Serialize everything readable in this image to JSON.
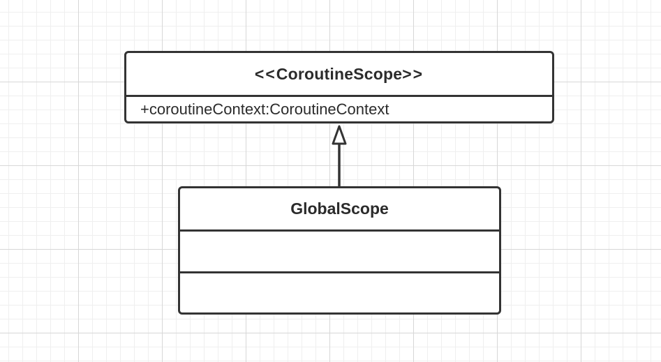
{
  "diagram": {
    "interface": {
      "stereotype_open": "<<",
      "name": "CoroutineScope",
      "stereotype_close": ">>",
      "attributes": [
        "+coroutineContext:CoroutineContext"
      ]
    },
    "class": {
      "name": "GlobalScope",
      "fields": [],
      "methods": []
    },
    "relationship": {
      "type": "realization",
      "arrowhead": "hollow-triangle",
      "line_color": "#333333"
    }
  }
}
